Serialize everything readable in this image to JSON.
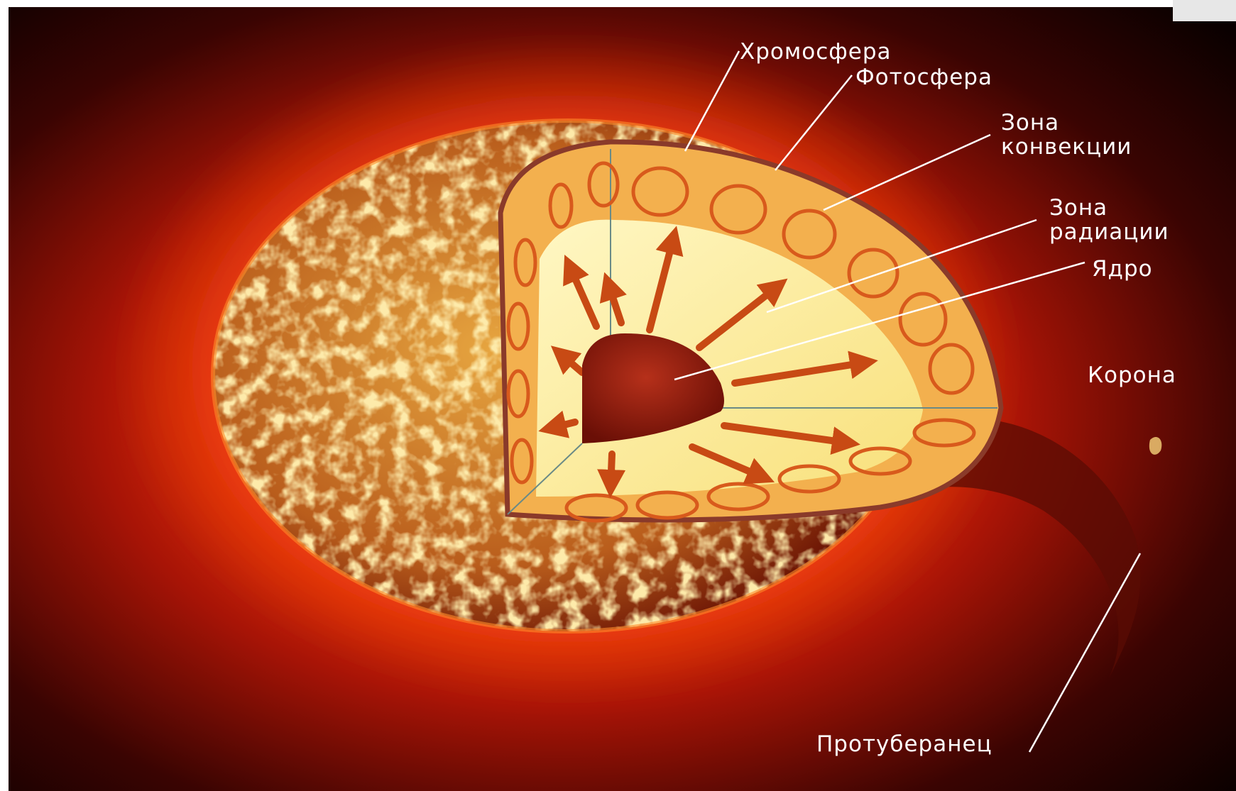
{
  "labels": {
    "chromosphere": "Хромосфера",
    "photosphere": "Фотосфера",
    "convection_zone": "Зона\nконвекции",
    "radiation_zone": "Зона\nрадиации",
    "core": "Ядро",
    "corona": "Корона",
    "prominence": "Протуберанец"
  },
  "colors": {
    "background": "#000000",
    "corona_glow": "#e8300a",
    "photosphere_dark": "#6e1705",
    "photosphere_light": "#f5c860",
    "convection_zone": "#f3b04e",
    "radiation_zone": "#fff2a8",
    "core": "#8a1a0c",
    "arrows": "#c84a14",
    "leader_lines": "#ffffff"
  }
}
